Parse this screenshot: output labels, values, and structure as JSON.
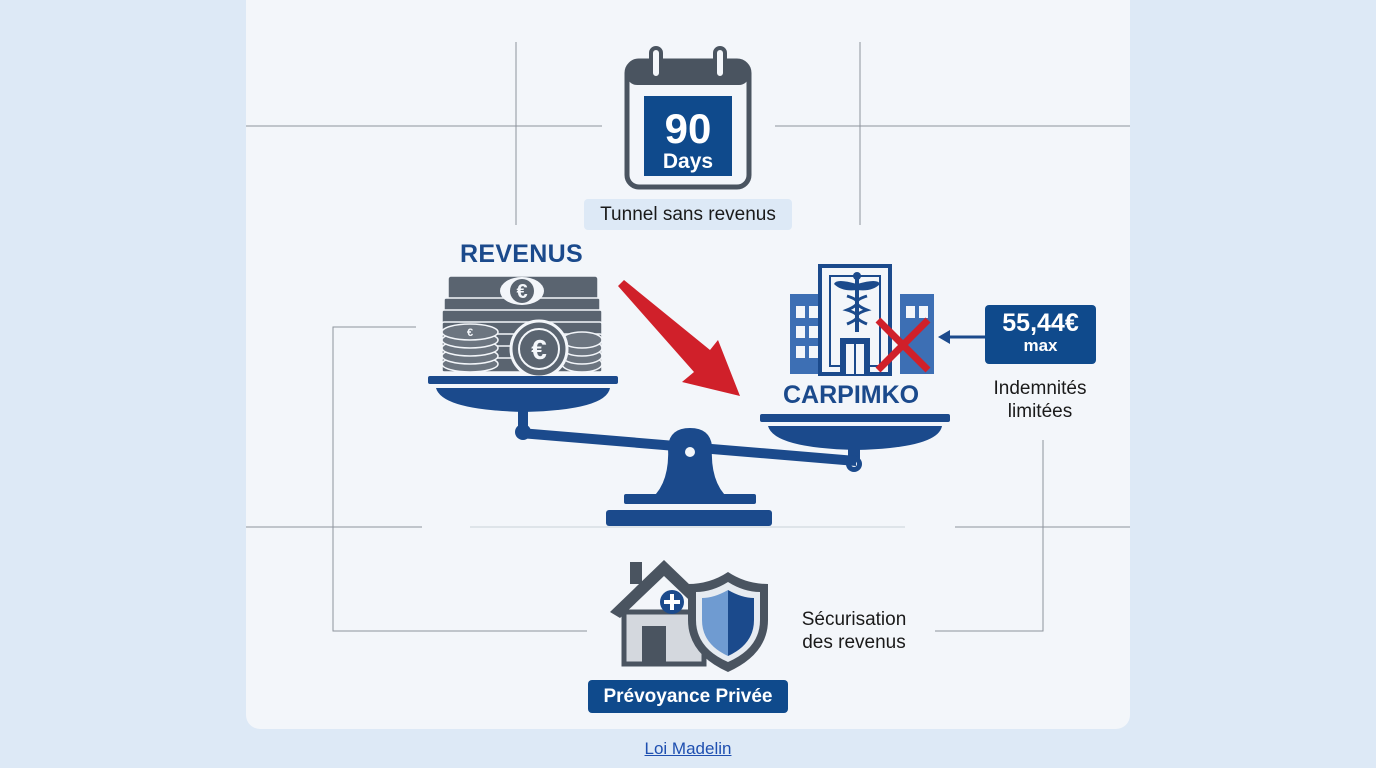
{
  "calendar": {
    "number": "90",
    "unit": "Days"
  },
  "tunnel_label": "Tunnel sans revenus",
  "revenus_title": "REVENUS",
  "carpimko_title": "CARPIMKO",
  "max_badge": {
    "amount": "55,44€",
    "label": "max"
  },
  "indemnites": {
    "line1": "Indemnités",
    "line2": "limitées"
  },
  "securisation": {
    "line1": "Sécurisation",
    "line2": "des revenus"
  },
  "prevoyance_label": "Prévoyance Privée",
  "footer_link": "Loi Madelin",
  "colors": {
    "navy": "#1b4a8c",
    "badge": "#0f4a8c",
    "red": "#d0202a",
    "grey": "#5a6470",
    "page": "#dde9f6",
    "card": "#f3f6fa"
  },
  "icons": [
    "calendar-icon",
    "money-stack-icon",
    "euro-coin-icon",
    "hospital-icon",
    "caduceus-icon",
    "red-x-icon",
    "red-arrow-icon",
    "balance-scale-icon",
    "house-icon",
    "shield-icon"
  ]
}
